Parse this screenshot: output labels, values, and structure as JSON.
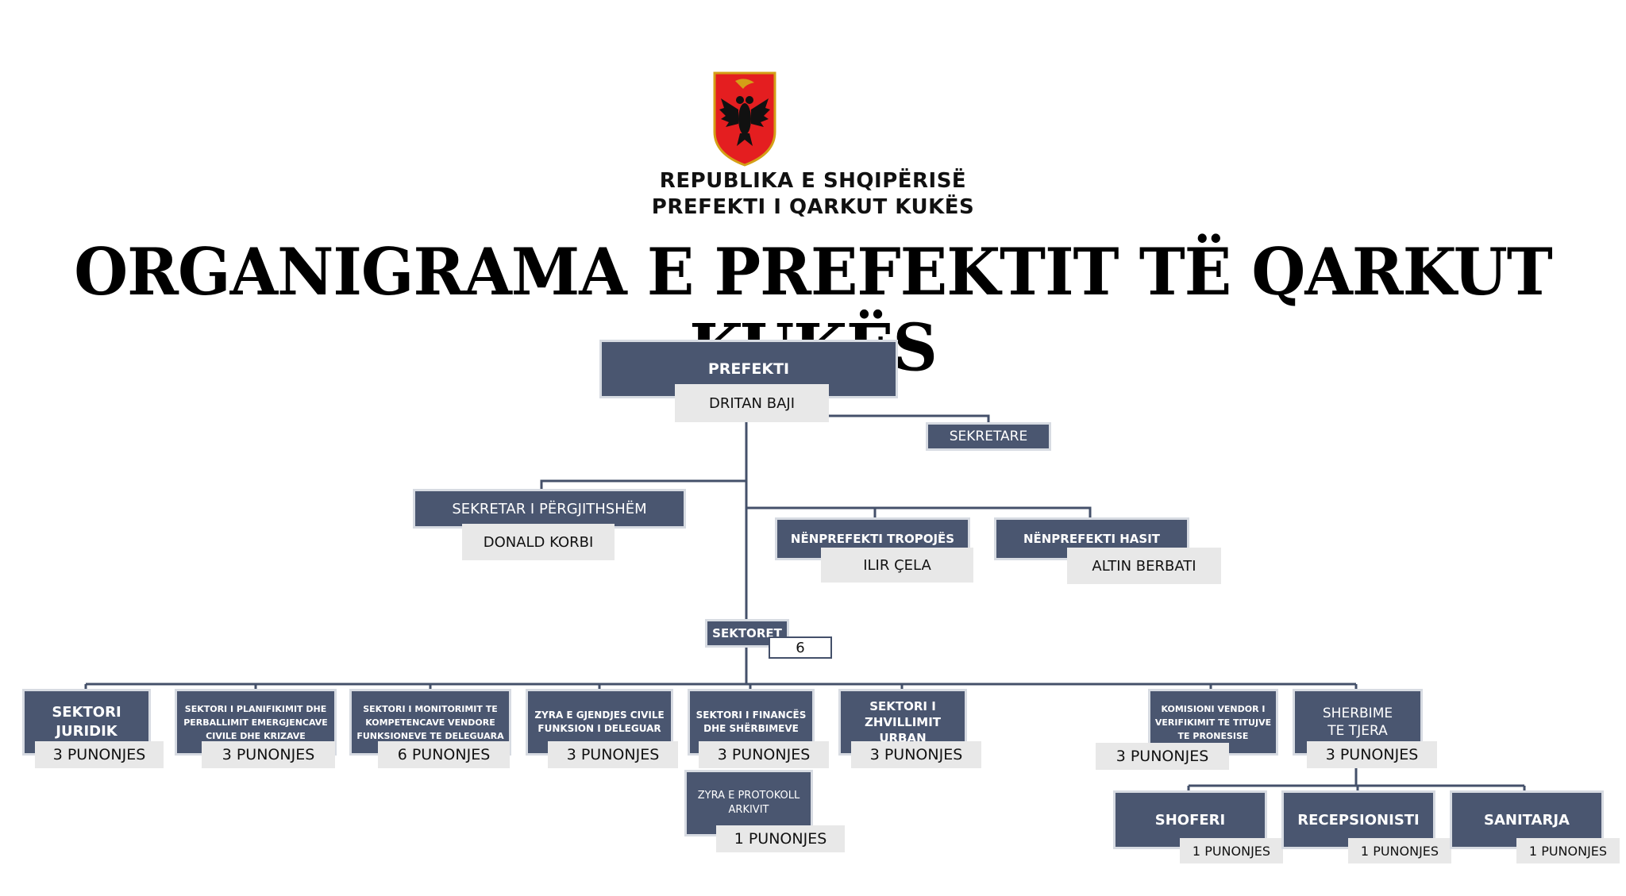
{
  "header": {
    "line1": "REPUBLIKA E SHQIPËRISË",
    "line2": "PREFEKTI I QARKUT KUKËS",
    "title": "ORGANIGRAMA E PREFEKTIT TË QARKUT KUKËS"
  },
  "colors": {
    "box": "#4a5670",
    "label": "#e8e8e8",
    "line": "#44506a",
    "emblem_red": "#e41e20"
  },
  "top": {
    "title": "PREFEKTI",
    "name": "DRITAN BAJI"
  },
  "secretary": {
    "title": "SEKRETARE"
  },
  "general_secretary": {
    "title": "SEKRETAR I PËRGJITHSHËM",
    "name": "DONALD KORBI"
  },
  "vice_prefects": [
    {
      "title": "NËNPREFEKTI TROPOJËS",
      "name": "ILIR ÇELA"
    },
    {
      "title": "NËNPREFEKTI HASIT",
      "name": "ALTIN BERBATI"
    }
  ],
  "sectors": {
    "title": "SEKTORET",
    "count": "6"
  },
  "units": [
    {
      "title": "SEKTORI JURIDIK",
      "staff": "3 PUNONJES"
    },
    {
      "title": "SEKTORI I PLANIFIKIMIT DHE PERBALLIMIT EMERGJENCAVE CIVILE DHE KRIZAVE",
      "staff": "3 PUNONJES"
    },
    {
      "title": "SEKTORI I MONITORIMIT TE KOMPETENCAVE VENDORE FUNKSIONEVE TE DELEGUARA",
      "staff": "6 PUNONJES"
    },
    {
      "title": "ZYRA E GJENDJES CIVILE FUNKSION I DELEGUAR",
      "staff": "3 PUNONJES"
    },
    {
      "title": "SEKTORI I FINANCËS DHE SHËRBIMEVE",
      "staff": "3 PUNONJES"
    },
    {
      "title": "SEKTORI I ZHVILLIMIT URBAN",
      "staff": "3 PUNONJES"
    },
    {
      "title": "KOMISIONI VENDOR I VERIFIKIMIT TE TITUJVE TE PRONESISE",
      "staff": "3 PUNONJES"
    },
    {
      "title": "SHERBIME TE TJERA",
      "staff": "3 PUNONJES"
    }
  ],
  "protocol": {
    "title": "ZYRA E PROTOKOLL ARKIVIT",
    "staff": "1 PUNONJES"
  },
  "services": [
    {
      "title": "SHOFERI",
      "staff": "1 PUNONJES"
    },
    {
      "title": "RECEPSIONISTI",
      "staff": "1 PUNONJES"
    },
    {
      "title": "SANITARJA",
      "staff": "1 PUNONJES"
    }
  ]
}
